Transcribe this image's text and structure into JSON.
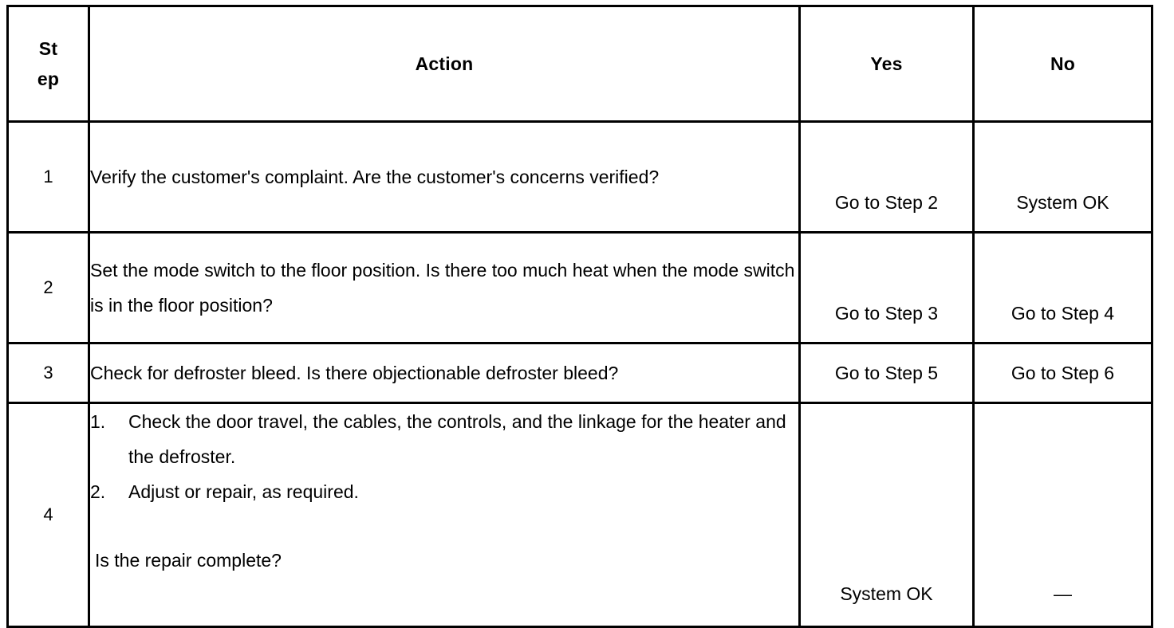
{
  "table": {
    "headers": {
      "step": "Step",
      "step_line1": "St",
      "step_line2": "ep",
      "action": "Action",
      "yes": "Yes",
      "no": "No"
    },
    "rows": [
      {
        "step": "1",
        "action": "Verify the customer's complaint. Are the customer's concerns verified?",
        "yes": "Go to Step 2",
        "no": "System OK"
      },
      {
        "step": "2",
        "action": "Set the mode switch to the floor position. Is there too much heat when the mode switch is in the floor position?",
        "yes": "Go to Step 3",
        "no": "Go to Step 4"
      },
      {
        "step": "3",
        "action": "Check for defroster bleed. Is there objectionable defroster bleed?",
        "yes": "Go to Step 5",
        "no": "Go to Step 6"
      },
      {
        "step": "4",
        "action_items": [
          {
            "num": "1.",
            "text": "Check the door travel, the cables, the controls, and the linkage for the heater and the defroster."
          },
          {
            "num": "2.",
            "text": "Adjust or repair, as required."
          }
        ],
        "action_question": "Is the repair complete?",
        "yes": "System OK",
        "no": "—"
      }
    ]
  },
  "style": {
    "border_color": "#000000",
    "text_color": "#000000",
    "background": "#ffffff"
  }
}
